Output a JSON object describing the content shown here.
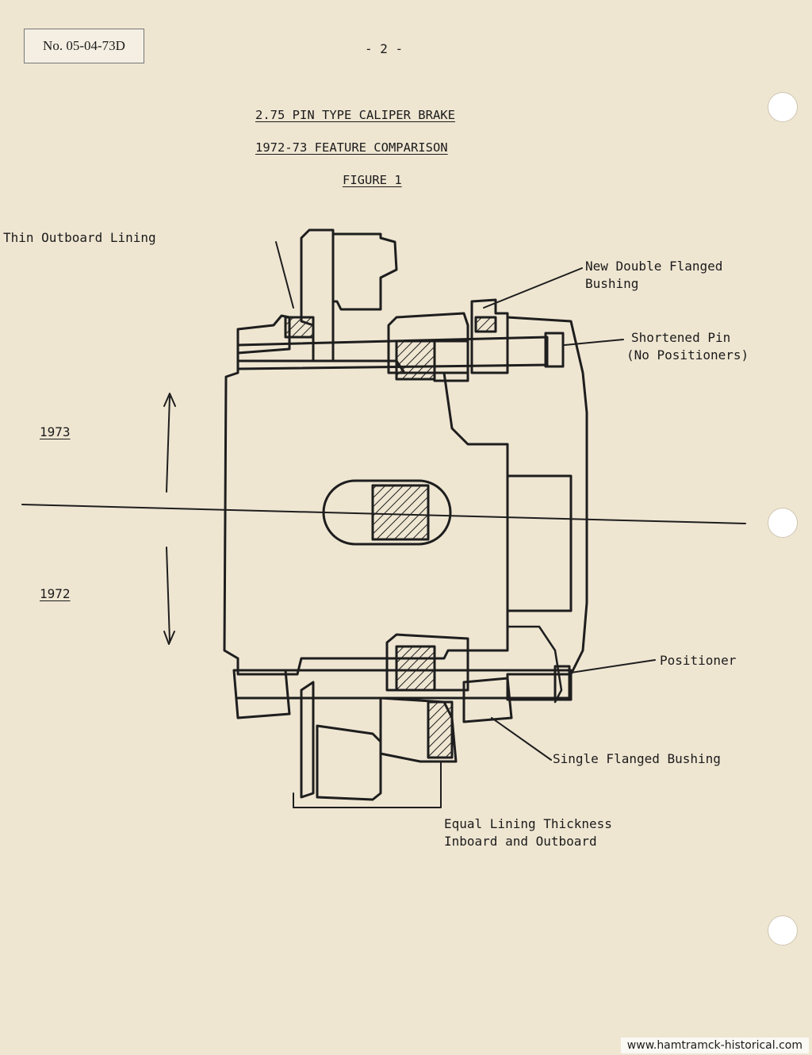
{
  "document": {
    "number": "No. 05-04-73D",
    "page_number": "- 2 -"
  },
  "headings": {
    "title": "2.75 PIN TYPE CALIPER BRAKE",
    "subtitle": "1972-73 FEATURE COMPARISON",
    "figure": "FIGURE 1"
  },
  "labels": {
    "thin_outboard_lining": "Thin Outboard Lining",
    "new_double_flanged_bushing_line1": "New Double Flanged",
    "new_double_flanged_bushing_line2": "Bushing",
    "shortened_pin_line1": "Shortened Pin",
    "shortened_pin_line2": "(No Positioners)",
    "positioner": "Positioner",
    "single_flanged_bushing": "Single Flanged Bushing",
    "equal_lining_line1": "Equal Lining Thickness",
    "equal_lining_line2": "Inboard and Outboard"
  },
  "years": {
    "upper": "1973",
    "lower": "1972"
  },
  "footer": {
    "watermark_url": "www.hamtramck-historical.com"
  }
}
